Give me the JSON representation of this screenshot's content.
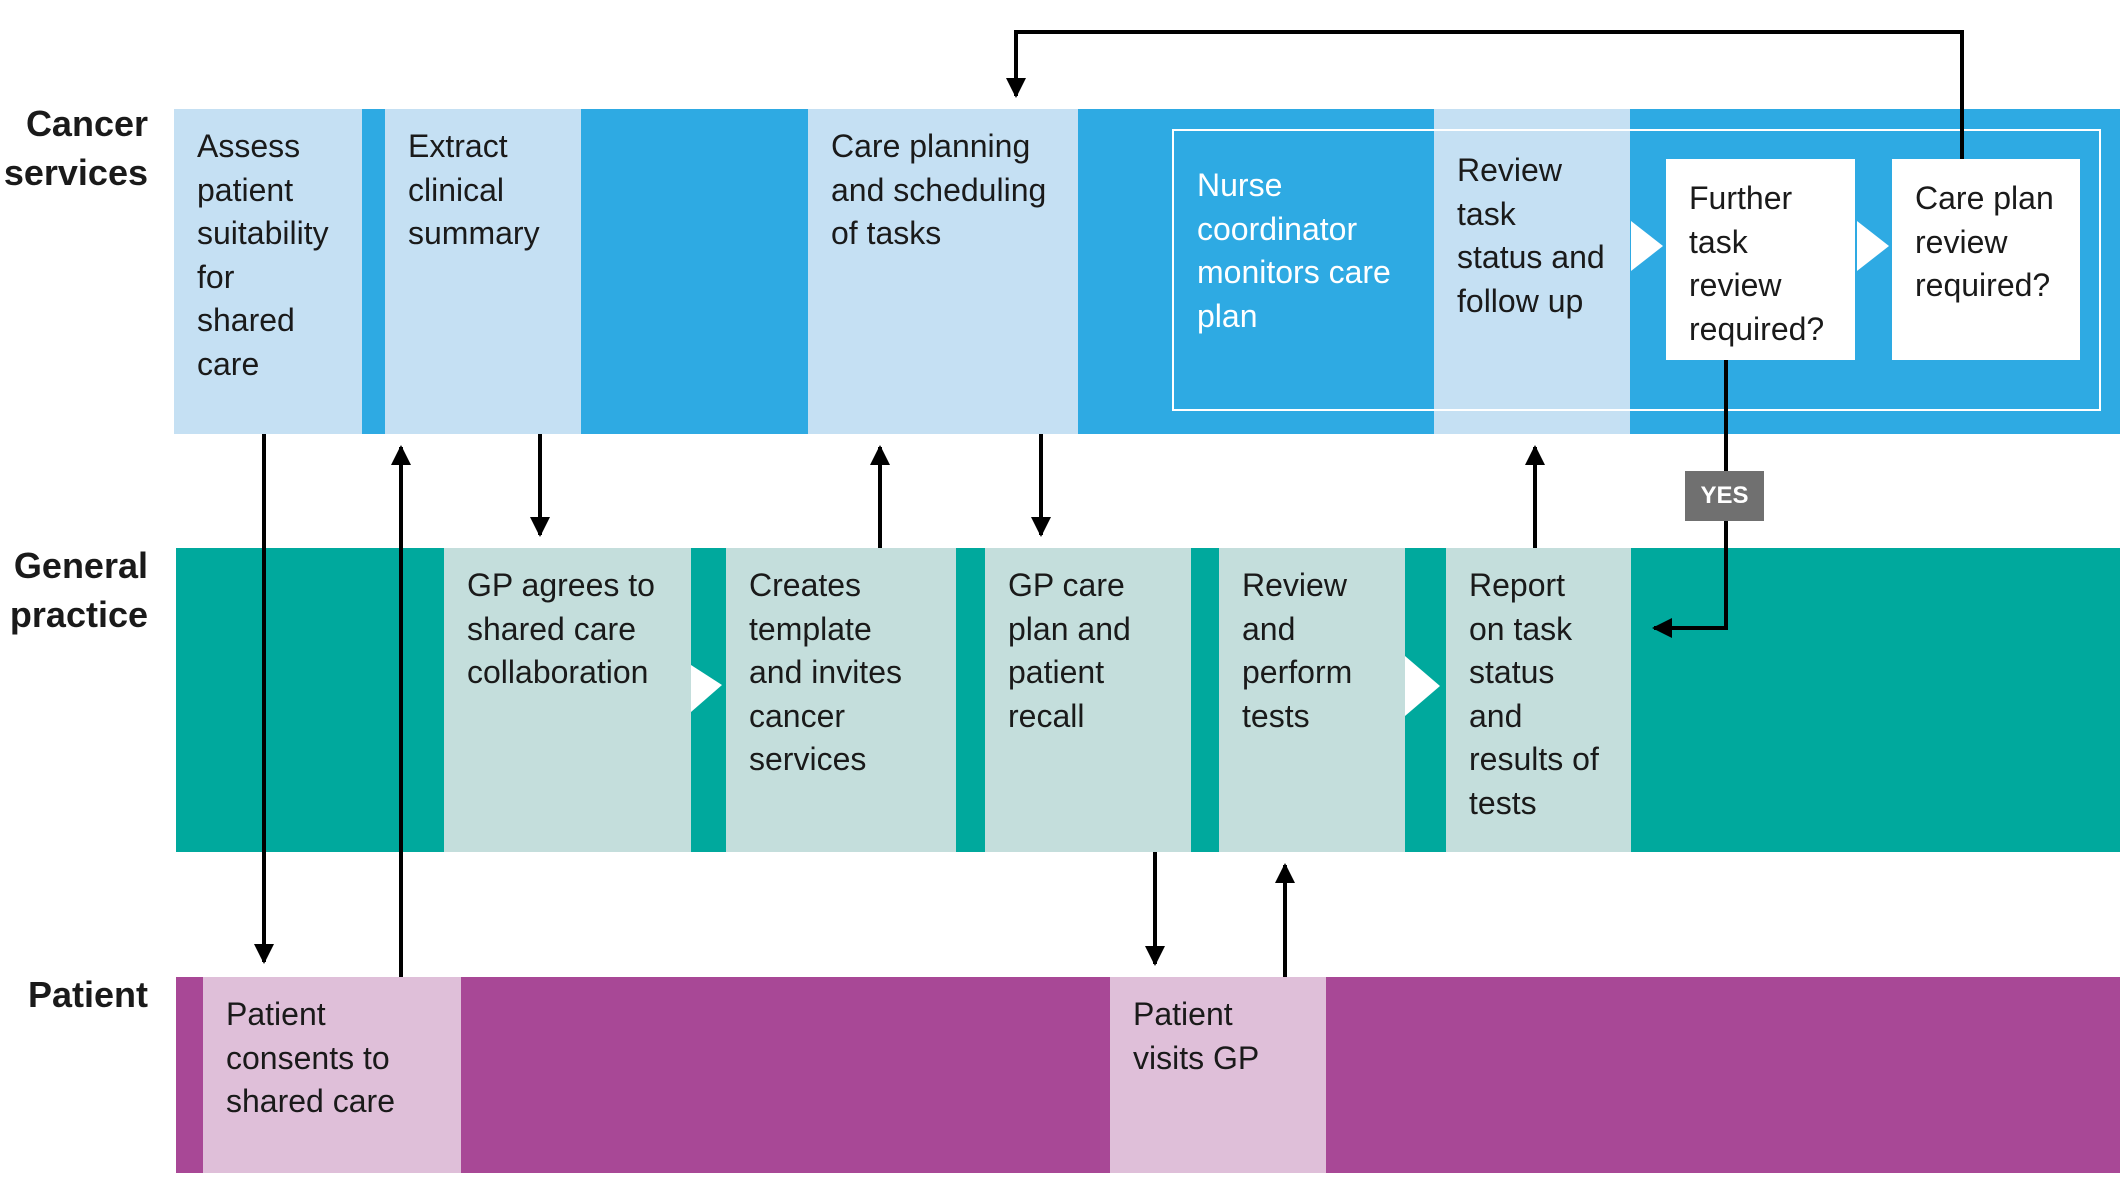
{
  "lanes": {
    "cancer_services": "Cancer services",
    "general_practice": "General practice",
    "patient": "Patient"
  },
  "cancer_services": {
    "assess": "Assess patient suitability for shared care",
    "extract": "Extract clinical summary",
    "care_planning": "Care planning and scheduling of tasks",
    "nurse": "Nurse coordinator monitors care plan",
    "review_task": "Review task status and follow up",
    "further_task": "Further task review required?",
    "care_plan_review": "Care plan review required?"
  },
  "general_practice": {
    "gp_agrees": "GP agrees to shared care collaboration",
    "creates_template": "Creates template and invites cancer services",
    "gp_care_plan": "GP care plan and patient recall",
    "review_tests": "Review and perform tests",
    "report": "Report on task status and results of tests"
  },
  "patient": {
    "consents": "Patient consents to shared care",
    "visits": "Patient visits GP"
  },
  "decision_label": "YES",
  "colors": {
    "cancer_band": "#2eaae3",
    "cancer_box": "#c5e0f3",
    "gp_band": "#00a99d",
    "gp_box": "#c4dedc",
    "patient_band": "#a84896",
    "patient_box": "#dfbfd9",
    "yes_badge": "#707070"
  }
}
